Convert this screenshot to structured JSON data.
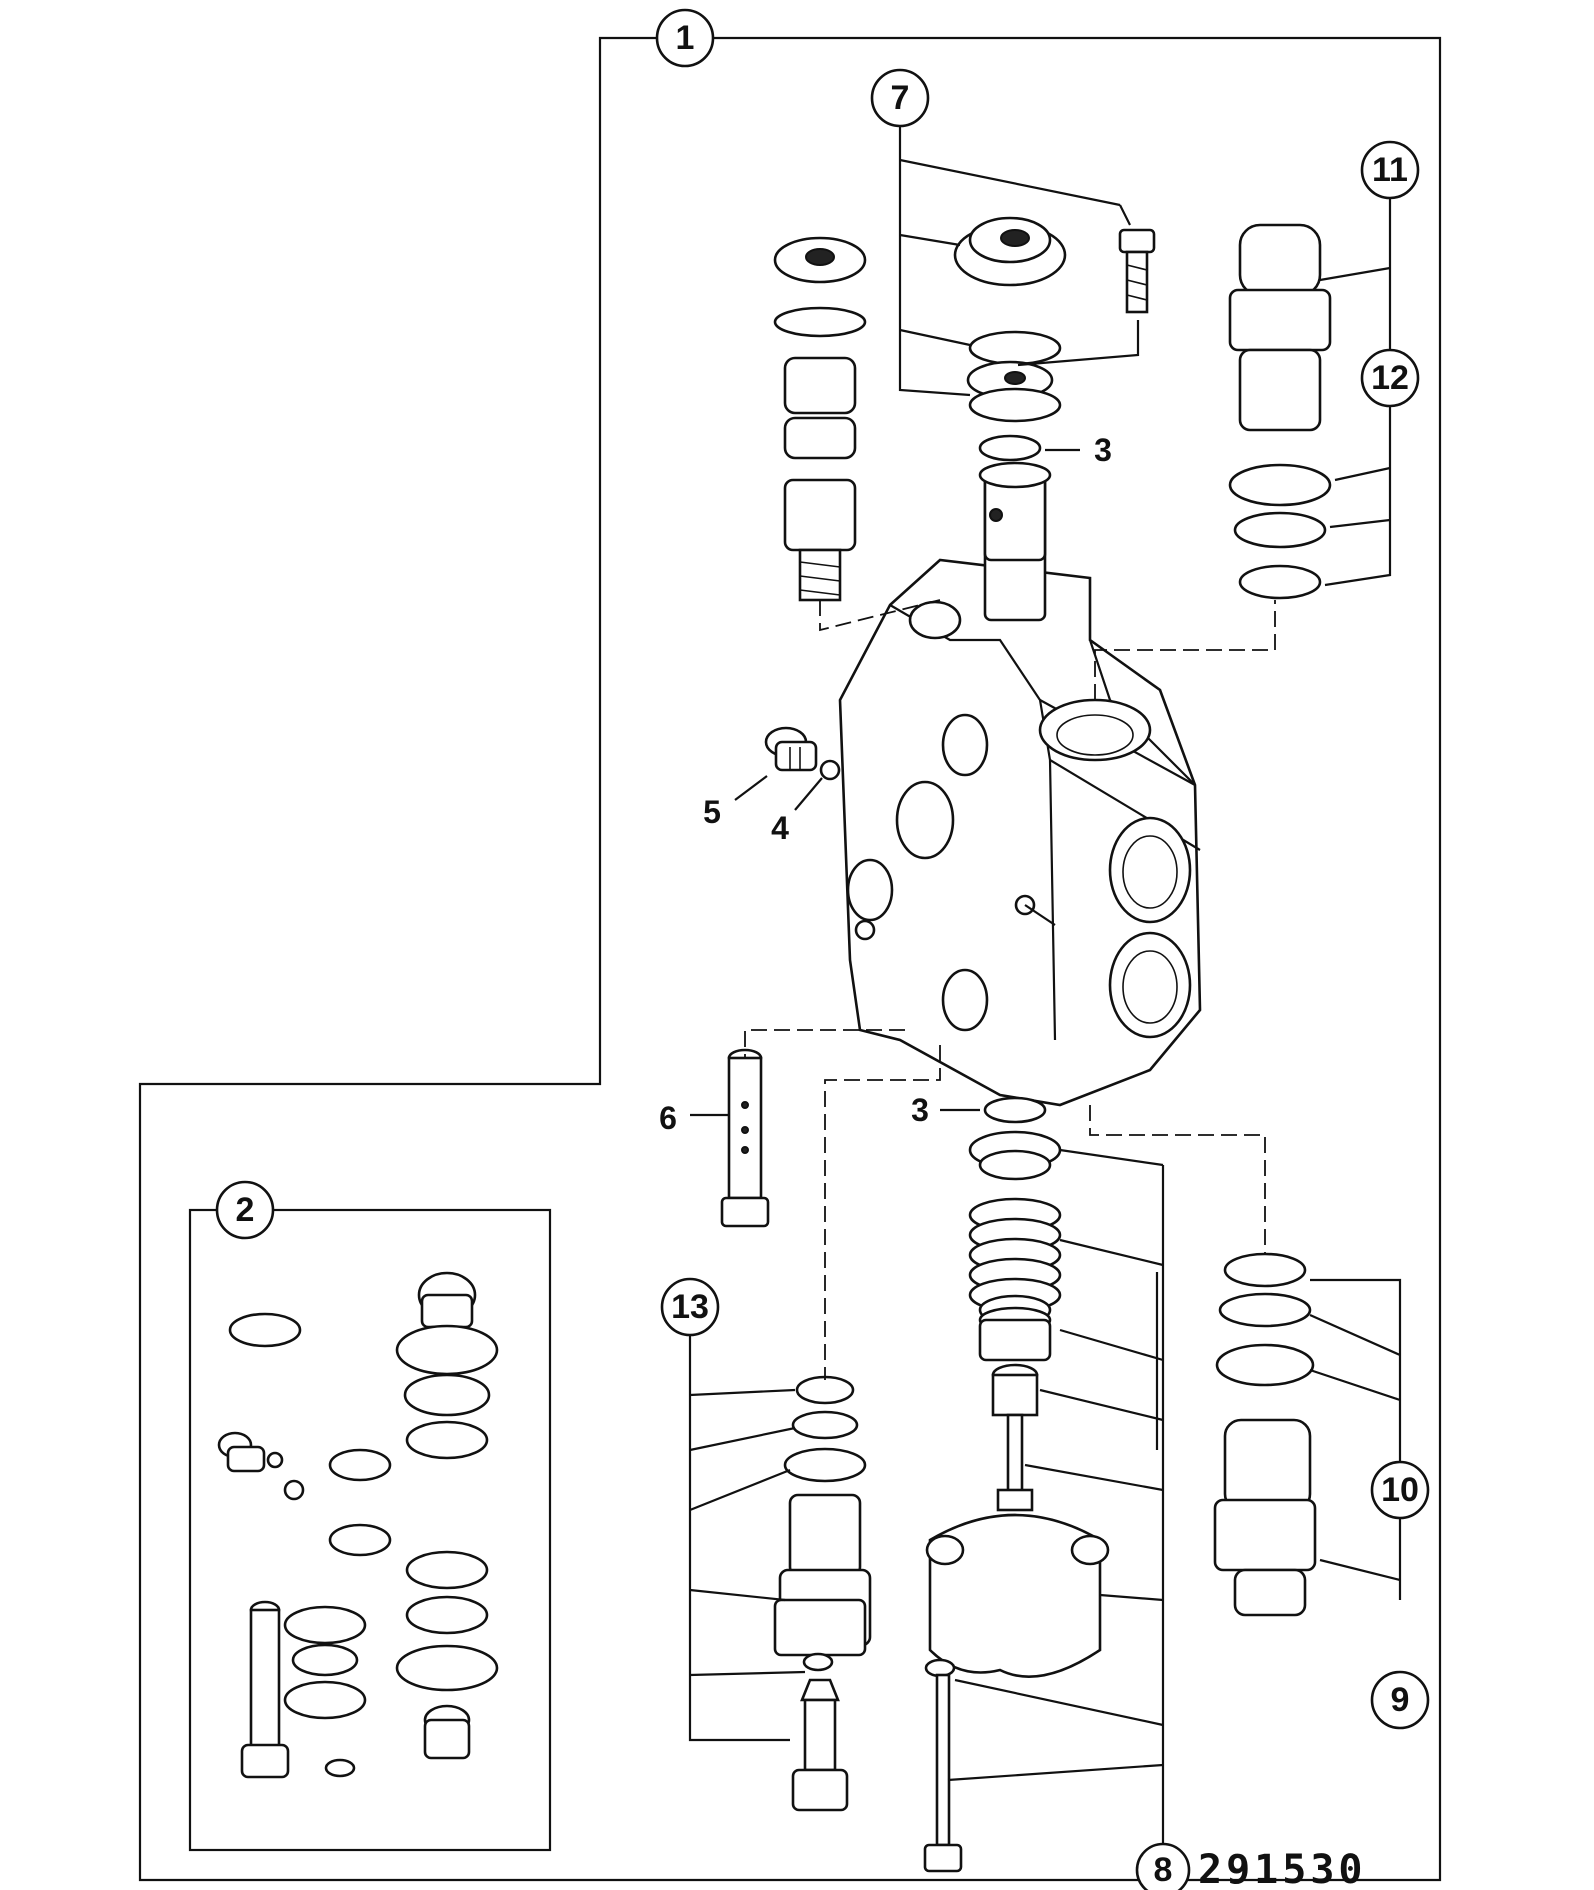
{
  "callouts": {
    "c1": "1",
    "c2": "2",
    "c7": "7",
    "c8": "8",
    "c9": "9",
    "c10": "10",
    "c11": "11",
    "c12": "12",
    "c13": "13"
  },
  "labels": {
    "l3_top": "3",
    "l3_bottom": "3",
    "l4": "4",
    "l5": "5",
    "l6": "6"
  },
  "drawing_number": "291530"
}
